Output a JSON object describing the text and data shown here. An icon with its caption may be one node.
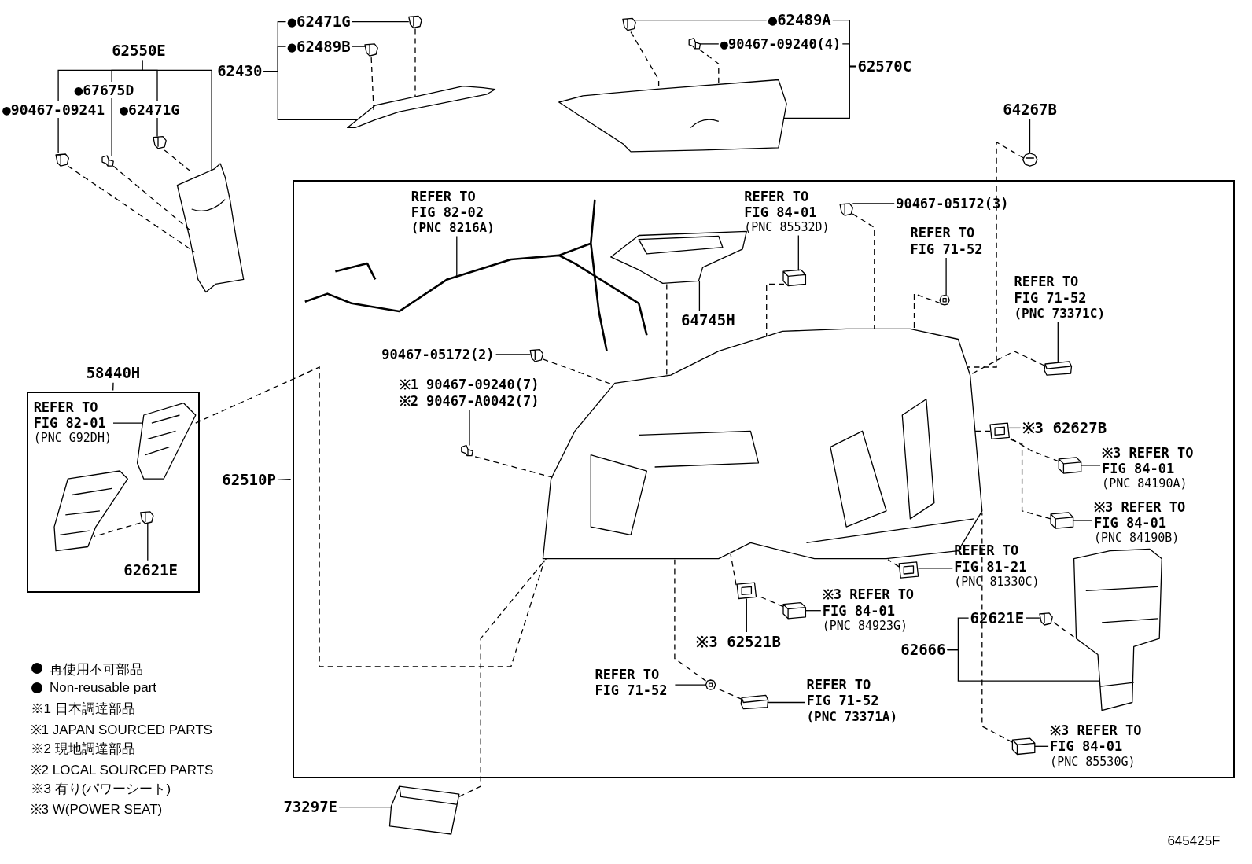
{
  "diagram": {
    "nodes": [
      {
        "text": [
          "62550E"
        ]
      },
      {
        "text": [
          "62430"
        ]
      },
      {
        "text": [
          "●62471G"
        ]
      },
      {
        "text": [
          "●62489B"
        ]
      },
      {
        "text": [
          "●62489A"
        ]
      },
      {
        "text": [
          "●90467-09240(4)"
        ]
      },
      {
        "text": [
          "62570C"
        ]
      },
      {
        "text": [
          "64267B"
        ]
      },
      {
        "text": [],
        "shape": "box"
      },
      {
        "text": [
          "62510P"
        ]
      },
      {
        "text": [
          "REFER TO FIG 82-02",
          "(PNC 8216A)"
        ],
        "in": 8
      },
      {
        "text": [
          "REFER TO FIG 84-01",
          "(PNC 85532D)"
        ],
        "in": 8
      },
      {
        "text": [
          "90467-05172(3)"
        ],
        "in": 8
      },
      {
        "text": [
          "REFER TO FIG 71-52"
        ],
        "in": 8
      },
      {
        "text": [
          "64745H"
        ],
        "in": 8
      },
      {
        "text": [
          "REFER TO FIG 71-52",
          "(PNC 73371C)"
        ],
        "in": 8
      },
      {
        "text": [
          "90467-05172(2)"
        ],
        "in": 8
      },
      {
        "text": [
          "※1 90467-09240(7)",
          "※2 90467-A0042(7)"
        ],
        "in": 8
      },
      {
        "text": [
          "※3 62627B"
        ],
        "in": 8
      },
      {
        "text": [
          "※3 REFER TO FIG 84-01",
          "(PNC 84190A)"
        ],
        "in": 8
      },
      {
        "text": [
          "※3 REFER TO FIG 84-01",
          "(PNC 84190B)"
        ],
        "in": 8
      },
      {
        "text": [
          "REFER TO FIG 81-21",
          "(PNC 81330C)"
        ],
        "in": 8
      },
      {
        "text": [
          "※3 REFER TO FIG 84-01",
          "(PNC 84923G)"
        ],
        "in": 8
      },
      {
        "text": [
          "※3 62521B"
        ],
        "in": 8
      },
      {
        "text": [
          "62621E"
        ],
        "in": 8
      },
      {
        "text": [
          "62666"
        ],
        "in": 8
      },
      {
        "text": [
          "REFER TO FIG 71-52"
        ],
        "in": 8
      },
      {
        "text": [
          "REFER TO FIG 71-52",
          "(PNC 73371A)"
        ],
        "in": 8
      },
      {
        "text": [
          "※3 REFER TO FIG 84-01",
          "(PNC 85530G)"
        ],
        "in": 8
      },
      {
        "text": [
          "58440H"
        ]
      },
      {
        "text": [],
        "shape": "box"
      },
      {
        "text": [
          "REFER TO FIG 82-01",
          "(PNC G92DH)"
        ],
        "in": 30
      },
      {
        "text": [
          "62621E"
        ],
        "in": 30
      },
      {
        "text": [
          "73297E"
        ]
      },
      {
        "text": [],
        "shape": "picture"
      },
      {
        "text": [],
        "shape": "picture"
      },
      {
        "text": [],
        "shape": "picture"
      },
      {
        "text": [],
        "shape": "picture"
      },
      {
        "text": [],
        "shape": "picture"
      },
      {
        "text": [],
        "shape": "picture"
      },
      {
        "text": [],
        "shape": "picture"
      },
      {
        "text": [],
        "shape": "picture"
      },
      {
        "text": [],
        "shape": "picture"
      },
      {
        "text": [],
        "shape": "picture"
      },
      {
        "text": [],
        "shape": "picture"
      },
      {
        "text": [],
        "shape": "picture",
        "in": 8
      },
      {
        "text": [],
        "shape": "picture",
        "in": 8
      },
      {
        "text": [],
        "shape": "picture",
        "in": 8
      },
      {
        "text": [],
        "shape": "picture",
        "in": 8
      },
      {
        "text": [],
        "shape": "picture",
        "in": 8
      },
      {
        "text": [],
        "shape": "picture",
        "in": 8
      },
      {
        "text": [],
        "shape": "picture",
        "in": 8
      },
      {
        "text": [],
        "shape": "picture",
        "in": 8
      },
      {
        "text": [],
        "shape": "picture",
        "in": 8
      },
      {
        "text": [],
        "shape": "picture",
        "in": 8
      },
      {
        "text": [],
        "shape": "picture",
        "in": 8
      },
      {
        "text": [],
        "shape": "picture",
        "in": 8
      },
      {
        "text": [],
        "shape": "picture",
        "in": 8
      },
      {
        "text": [],
        "shape": "picture",
        "in": 8
      },
      {
        "text": [],
        "shape": "picture",
        "in": 8
      },
      {
        "text": [],
        "shape": "picture",
        "in": 8
      },
      {
        "text": [],
        "shape": "picture",
        "in": 8
      },
      {
        "text": [],
        "shape": "picture",
        "in": 8
      },
      {
        "text": [],
        "shape": "picture",
        "in": 8
      },
      {
        "text": [],
        "shape": "picture",
        "in": 8
      },
      {
        "text": [],
        "shape": "picture",
        "in": 30
      },
      {
        "text": [],
        "shape": "picture",
        "in": 30
      },
      {
        "text": [],
        "shape": "picture",
        "in": 30
      },
      {
        "text": [],
        "shape": "picture"
      }
    ],
    "edges": [
      {
        "from": 0,
        "to": 34,
        "arrow": "none"
      },
      {
        "from": 0,
        "to": 35,
        "arrow": "none"
      },
      {
        "from": 0,
        "to": 36,
        "arrow": "none"
      },
      {
        "from": 0,
        "to": 37,
        "arrow": "none"
      },
      {
        "from": 1,
        "to": 2,
        "arrow": "none"
      },
      {
        "from": 1,
        "to": 3,
        "arrow": "none"
      },
      {
        "from": 1,
        "to": 40,
        "arrow": "none"
      },
      {
        "from": 2,
        "to": 38,
        "arrow": "none"
      },
      {
        "from": 3,
        "to": 39,
        "arrow": "none"
      },
      {
        "from": 4,
        "to": 41,
        "arrow": "none"
      },
      {
        "from": 5,
        "to": 42,
        "arrow": "none"
      },
      {
        "from": 6,
        "to": 4,
        "arrow": "none"
      },
      {
        "from": 6,
        "to": 5,
        "arrow": "none"
      },
      {
        "from": 6,
        "to": 43,
        "arrow": "none"
      },
      {
        "from": 7,
        "to": 44,
        "arrow": "none"
      },
      {
        "from": 9,
        "to": 8,
        "arrow": "none"
      },
      {
        "from": 10,
        "to": 45,
        "arrow": "none"
      },
      {
        "from": 11,
        "to": 48,
        "arrow": "none"
      },
      {
        "from": 12,
        "to": 47,
        "arrow": "none"
      },
      {
        "from": 13,
        "to": 49,
        "arrow": "none"
      },
      {
        "from": 14,
        "to": 46,
        "arrow": "none"
      },
      {
        "from": 15,
        "to": 50,
        "arrow": "none"
      },
      {
        "from": 16,
        "to": 51,
        "arrow": "none"
      },
      {
        "from": 17,
        "to": 52,
        "arrow": "none"
      },
      {
        "from": 18,
        "to": 53,
        "arrow": "none"
      },
      {
        "from": 19,
        "to": 54,
        "arrow": "none"
      },
      {
        "from": 20,
        "to": 55,
        "arrow": "none"
      },
      {
        "from": 21,
        "to": 56,
        "arrow": "none"
      },
      {
        "from": 22,
        "to": 58,
        "arrow": "none"
      },
      {
        "from": 23,
        "to": 57,
        "arrow": "none"
      },
      {
        "from": 24,
        "to": 59,
        "arrow": "none"
      },
      {
        "from": 25,
        "to": 24,
        "arrow": "none"
      },
      {
        "from": 25,
        "to": 60,
        "arrow": "none"
      },
      {
        "from": 26,
        "to": 61,
        "arrow": "none"
      },
      {
        "from": 27,
        "to": 62,
        "arrow": "none"
      },
      {
        "from": 28,
        "to": 63,
        "arrow": "none"
      },
      {
        "from": 29,
        "to": 30,
        "arrow": "none"
      },
      {
        "from": 31,
        "to": 65,
        "arrow": "none"
      },
      {
        "from": 32,
        "to": 67,
        "arrow": "none"
      },
      {
        "from": 33,
        "to": 68,
        "arrow": "none"
      },
      {
        "from": 34,
        "to": 37,
        "arrow": "none",
        "style": "dashed"
      },
      {
        "from": 35,
        "to": 37,
        "arrow": "none",
        "style": "dashed"
      },
      {
        "from": 36,
        "to": 37,
        "arrow": "none",
        "style": "dashed"
      },
      {
        "from": 39,
        "to": 40,
        "arrow": "none",
        "style": "dashed"
      },
      {
        "from": 38,
        "to": 40,
        "arrow": "none",
        "style": "dashed"
      },
      {
        "from": 41,
        "to": 43,
        "arrow": "none",
        "style": "dashed"
      },
      {
        "from": 42,
        "to": 43,
        "arrow": "none",
        "style": "dashed"
      },
      {
        "from": 44,
        "to": 64,
        "arrow": "none",
        "style": "dashed"
      },
      {
        "from": 47,
        "to": 64,
        "arrow": "none",
        "style": "dashed"
      },
      {
        "from": 48,
        "to": 64,
        "arrow": "none",
        "style": "dashed"
      },
      {
        "from": 49,
        "to": 64,
        "arrow": "none",
        "style": "dashed"
      },
      {
        "from": 50,
        "to": 64,
        "arrow": "none",
        "style": "dashed"
      },
      {
        "from": 51,
        "to": 64,
        "arrow": "none",
        "style": "dashed"
      },
      {
        "from": 52,
        "to": 64,
        "arrow": "none",
        "style": "dashed"
      },
      {
        "from": 53,
        "to": 64,
        "arrow": "none",
        "style": "dashed"
      },
      {
        "from": 54,
        "to": 53,
        "arrow": "none",
        "style": "dashed"
      },
      {
        "from": 55,
        "to": 53,
        "arrow": "none",
        "style": "dashed"
      },
      {
        "from": 56,
        "to": 64,
        "arrow": "none",
        "style": "dashed"
      },
      {
        "from": 57,
        "to": 64,
        "arrow": "none",
        "style": "dashed"
      },
      {
        "from": 58,
        "to": 57,
        "arrow": "none",
        "style": "dashed"
      },
      {
        "from": 59,
        "to": 60,
        "arrow": "none",
        "style": "dashed"
      },
      {
        "from": 61,
        "to": 64,
        "arrow": "none",
        "style": "dashed"
      },
      {
        "from": 62,
        "to": 61,
        "arrow": "none",
        "style": "dashed"
      },
      {
        "from": 63,
        "to": 64,
        "arrow": "none",
        "style": "dashed"
      },
      {
        "from": 46,
        "to": 64,
        "arrow": "none",
        "style": "dashed"
      },
      {
        "from": 65,
        "to": 64,
        "arrow": "none",
        "style": "dashed"
      },
      {
        "from": 67,
        "to": 66,
        "arrow": "none",
        "style": "dashed"
      },
      {
        "from": 68,
        "to": 64,
        "arrow": "none",
        "style": "dashed"
      }
    ],
    "labels": [
      "●67675D",
      "●90467-09241",
      "●62471G",
      "※1 日本調達部品",
      "※1 JAPAN SOURCED PARTS",
      "※2 現地調達部品",
      "※2 LOCAL SOURCED PARTS",
      "※3 有り(パワーシート)",
      "※3 W(POWER SEAT)",
      "645425F"
    ],
    "legend": [
      {
        "text": "再使用不可部品"
      },
      {
        "text": "Non-reusable part"
      }
    ]
  }
}
